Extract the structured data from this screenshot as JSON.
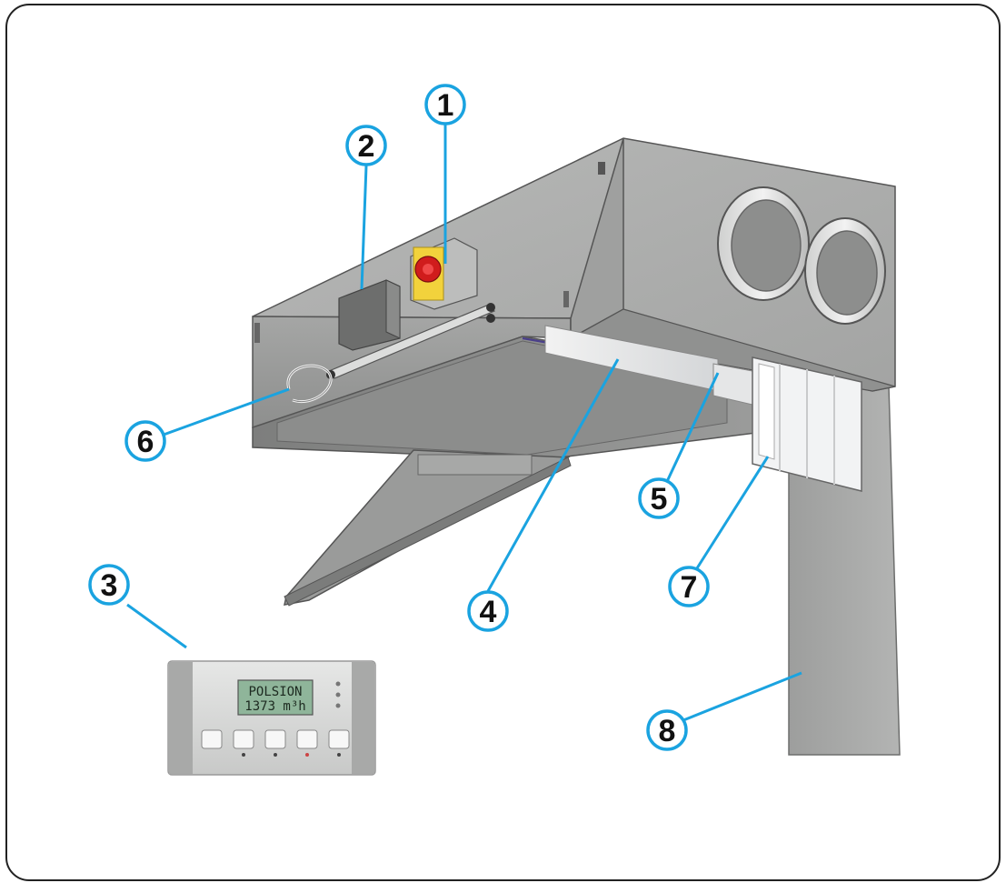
{
  "colors": {
    "callout_stroke": "#1aa3e0",
    "callout_fill": "#ffffff",
    "leader_line": "#1aa3e0",
    "unit_body": "#a9aaa9",
    "unit_body_dark": "#8f908f",
    "isolator_red": "#d01c1c",
    "isolator_yellow": "#f2d23c"
  },
  "controller": {
    "lcd_line1": "POLSION",
    "lcd_line2": "1373 m³h"
  },
  "callouts": [
    {
      "id": "1",
      "label": "1"
    },
    {
      "id": "2",
      "label": "2"
    },
    {
      "id": "3",
      "label": "3"
    },
    {
      "id": "4",
      "label": "4"
    },
    {
      "id": "5",
      "label": "5"
    },
    {
      "id": "6",
      "label": "6"
    },
    {
      "id": "7",
      "label": "7"
    },
    {
      "id": "8",
      "label": "8"
    }
  ]
}
